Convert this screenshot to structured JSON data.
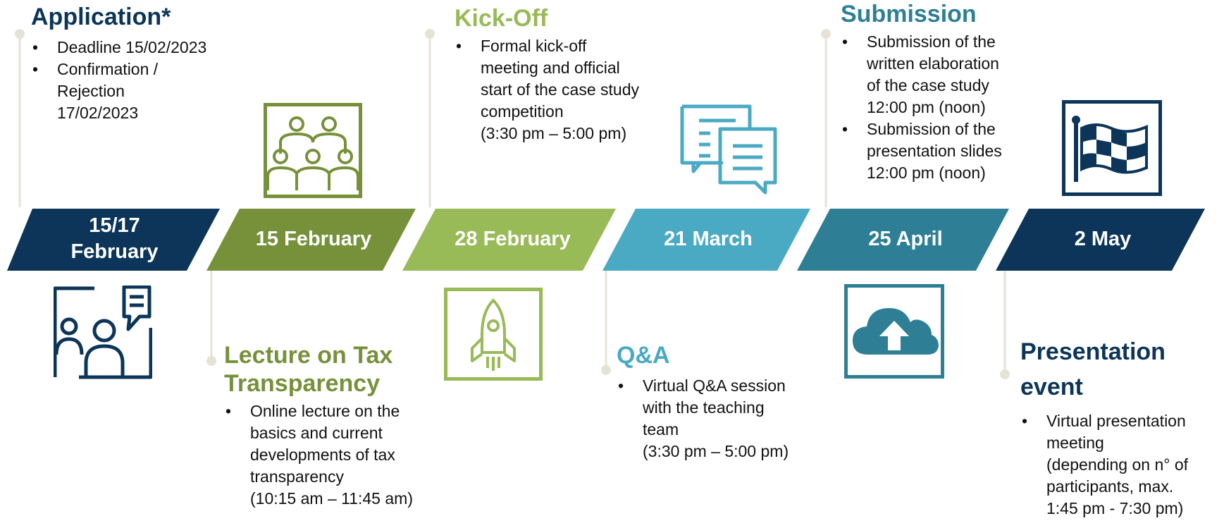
{
  "timeline": {
    "segments": [
      {
        "label": "15/17\nFebruary",
        "color": "#0c3559"
      },
      {
        "label": "15 February",
        "color": "#76913a"
      },
      {
        "label": "28 February",
        "color": "#98ba57"
      },
      {
        "label": "21 March",
        "color": "#4aaac4"
      },
      {
        "label": "25 April",
        "color": "#2e7f96"
      },
      {
        "label": "2 May",
        "color": "#0c3559"
      }
    ]
  },
  "milestones": {
    "application": {
      "title": "Application*",
      "items": [
        "Deadline 15/02/2023",
        "Confirmation /\nRejection\n17/02/2023"
      ]
    },
    "lecture": {
      "title_line1": "Lecture on Tax",
      "title_line2": "Transparency",
      "items": [
        "Online lecture on the\nbasics and current\ndevelopments of tax\ntransparency\n(10:15 am – 11:45 am)"
      ]
    },
    "kickoff": {
      "title": "Kick-Off",
      "items": [
        "Formal kick-off\nmeeting and official\nstart of the case study\ncompetition\n(3:30 pm – 5:00 pm)"
      ]
    },
    "qa": {
      "title": "Q&A",
      "items": [
        "Virtual Q&A session\nwith the teaching\nteam\n(3:30 pm – 5:00 pm)"
      ]
    },
    "submission": {
      "title": "Submission",
      "items": [
        "Submission of the\nwritten elaboration\nof the case study\n12:00 pm (noon)",
        "Submission of the\npresentation slides\n12:00 pm (noon)"
      ]
    },
    "presentation": {
      "title_line1": "Presentation",
      "title_line2": "event",
      "items": [
        "Virtual presentation\nmeeting\n(depending on n° of\nparticipants, max.\n1:45 pm - 7:30 pm)"
      ]
    }
  },
  "colors": {
    "navy": "#0c3559",
    "olive": "#76913a",
    "lightgreen": "#98ba57",
    "teal": "#4aaac4",
    "darkteal": "#2e7f96",
    "connector": "#e6e3d6"
  },
  "icons": [
    "consultation-icon",
    "team-icon",
    "rocket-icon",
    "chat-icon",
    "cloud-upload-icon",
    "flag-icon"
  ]
}
